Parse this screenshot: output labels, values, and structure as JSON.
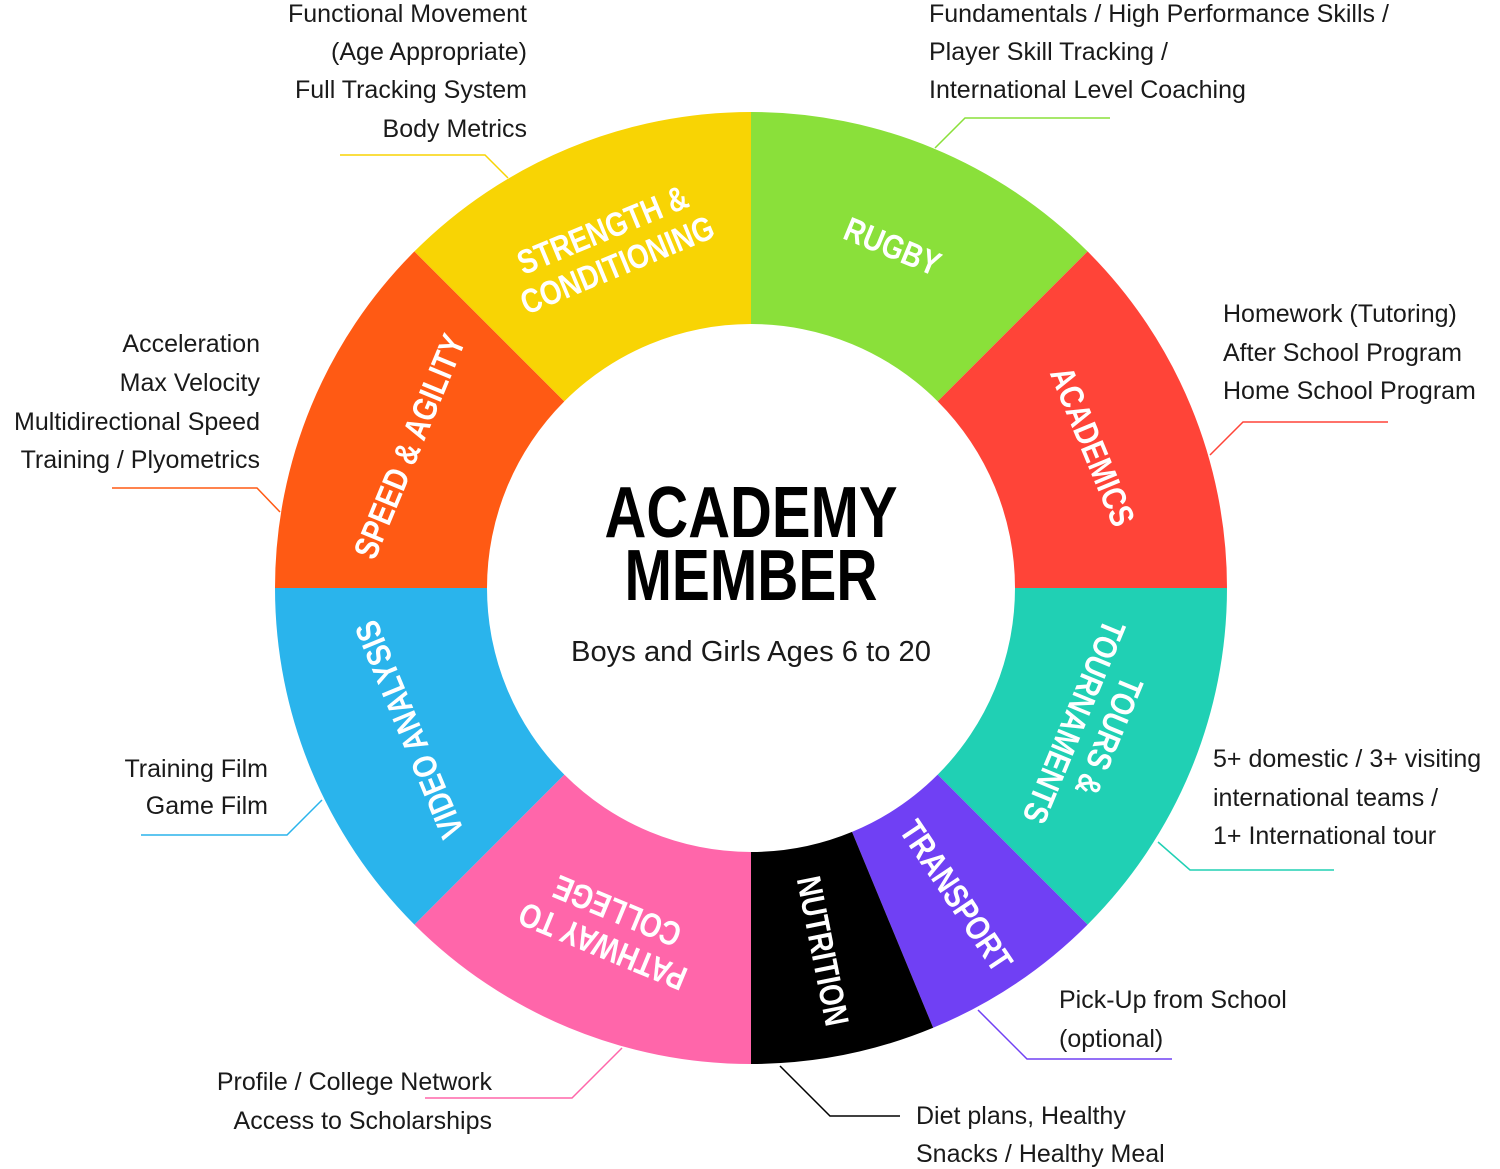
{
  "center": {
    "title_line1": "ACADEMY",
    "title_line2": "MEMBER",
    "subtitle": "Boys and Girls Ages 6 to 20"
  },
  "segments": [
    {
      "id": "rugby",
      "lines": [
        "RUGBY"
      ],
      "color": "#8AE03A",
      "share": 0.125,
      "mode": "tangent",
      "details": [
        "Fundamentals / High Performance Skills /",
        "Player Skill Tracking /",
        "International Level Coaching"
      ]
    },
    {
      "id": "academics",
      "lines": [
        "ACADEMICS"
      ],
      "color": "#FF4438",
      "share": 0.125,
      "mode": "tangent",
      "details": [
        "Homework (Tutoring)",
        "After School Program",
        "Home School Program"
      ]
    },
    {
      "id": "tours",
      "lines": [
        "TOURS &",
        "TOURNAMENTS"
      ],
      "color": "#20D0B4",
      "share": 0.125,
      "mode": "tangent",
      "details": [
        "5+ domestic / 3+ visiting",
        "international teams /",
        "1+ International tour"
      ]
    },
    {
      "id": "transport",
      "lines": [
        "TRANSPORT"
      ],
      "color": "#7040F4",
      "share": 0.0625,
      "mode": "radial",
      "details": [
        "Pick-Up from School",
        "(optional)"
      ]
    },
    {
      "id": "nutrition",
      "lines": [
        "NUTRITION"
      ],
      "color": "#000000",
      "share": 0.0625,
      "mode": "radial",
      "details": [
        "Diet plans, Healthy",
        "Snacks  / Healthy Meal"
      ]
    },
    {
      "id": "pathway",
      "lines": [
        "PATHWAY TO",
        "COLLEGE"
      ],
      "color": "#FF66AA",
      "share": 0.125,
      "mode": "tangent",
      "details": [
        "Profile / College Network",
        "Access to Scholarships"
      ]
    },
    {
      "id": "video",
      "lines": [
        "VIDEO ANALYSIS"
      ],
      "color": "#2AB4EC",
      "share": 0.125,
      "mode": "tangent",
      "details": [
        "Training Film",
        "Game Film"
      ]
    },
    {
      "id": "speed",
      "lines": [
        "SPEED & AGILITY"
      ],
      "color": "#FF5A14",
      "share": 0.125,
      "mode": "tangent",
      "details": [
        "Acceleration",
        "Max Velocity",
        "Multidirectional Speed",
        "Training / Plyometrics"
      ]
    },
    {
      "id": "strength",
      "lines": [
        "STRENGTH &",
        "CONDITIONING"
      ],
      "color": "#F8D404",
      "share": 0.125,
      "mode": "tangent",
      "details": [
        "Functional Movement",
        "(Age Appropriate)",
        "Full Tracking System",
        "Body Metrics"
      ]
    }
  ]
}
